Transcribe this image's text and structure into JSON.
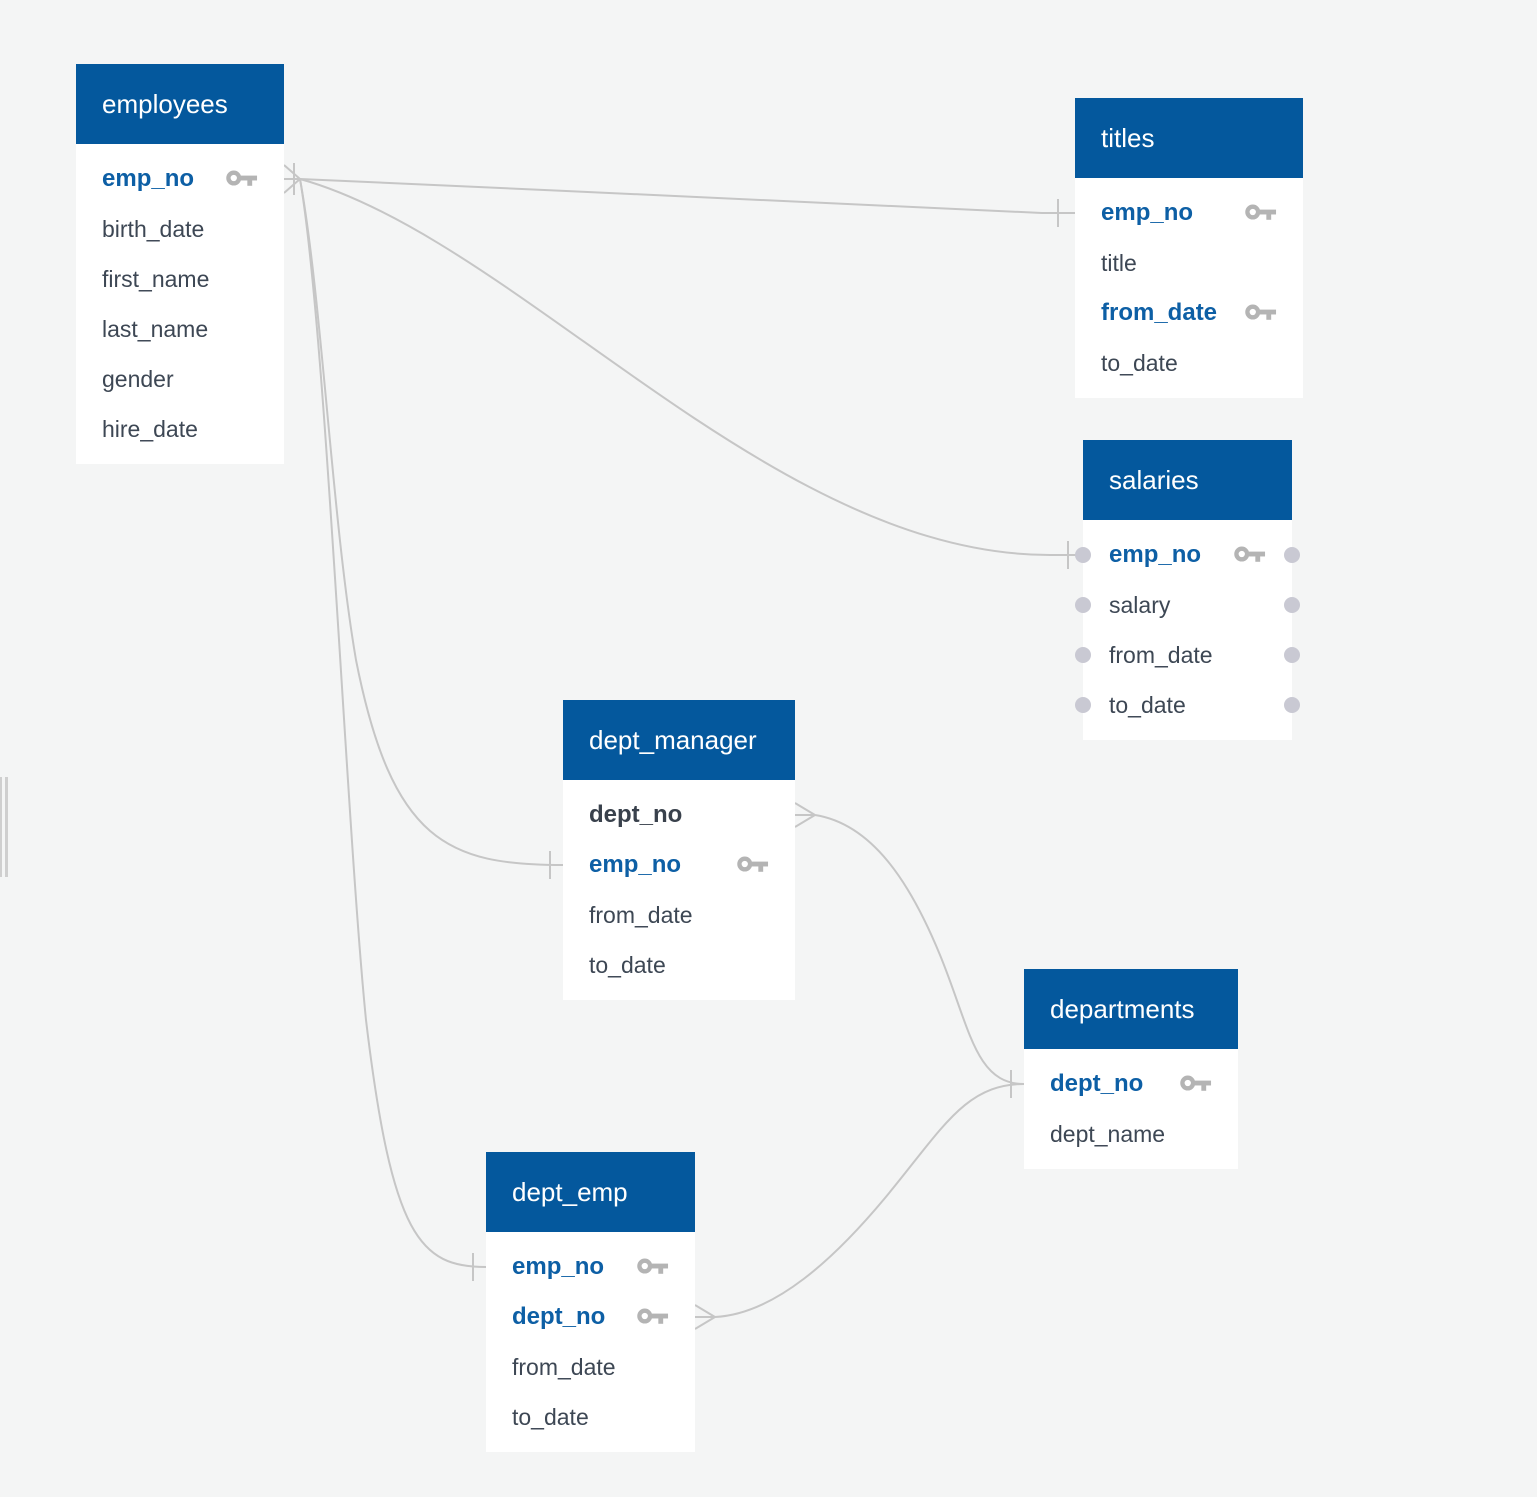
{
  "colors": {
    "background": "#f4f5f5",
    "table_header_bg": "#04589d",
    "table_header_text": "#ffffff",
    "table_bg": "#ffffff",
    "column_text": "#3d4754",
    "pk_column_text": "#0d5fa5",
    "composite_key_text": "#39414c",
    "relationship_line": "#c6c6c6",
    "key_icon": "#b4b4b4",
    "anchor_dot": "#c9c9d3",
    "scrollbar": "#cfcfcf"
  },
  "tables": [
    {
      "name": "employees",
      "columns": [
        {
          "name": "emp_no",
          "primary_key": true
        },
        {
          "name": "birth_date",
          "primary_key": false
        },
        {
          "name": "first_name",
          "primary_key": false
        },
        {
          "name": "last_name",
          "primary_key": false
        },
        {
          "name": "gender",
          "primary_key": false
        },
        {
          "name": "hire_date",
          "primary_key": false
        }
      ]
    },
    {
      "name": "titles",
      "columns": [
        {
          "name": "emp_no",
          "primary_key": true
        },
        {
          "name": "title",
          "primary_key": false
        },
        {
          "name": "from_date",
          "primary_key": true
        },
        {
          "name": "to_date",
          "primary_key": false
        }
      ]
    },
    {
      "name": "salaries",
      "columns": [
        {
          "name": "emp_no",
          "primary_key": true
        },
        {
          "name": "salary",
          "primary_key": false
        },
        {
          "name": "from_date",
          "primary_key": false
        },
        {
          "name": "to_date",
          "primary_key": false
        }
      ]
    },
    {
      "name": "dept_manager",
      "columns": [
        {
          "name": "dept_no",
          "primary_key": false,
          "bold": true
        },
        {
          "name": "emp_no",
          "primary_key": true
        },
        {
          "name": "from_date",
          "primary_key": false
        },
        {
          "name": "to_date",
          "primary_key": false
        }
      ]
    },
    {
      "name": "departments",
      "columns": [
        {
          "name": "dept_no",
          "primary_key": true
        },
        {
          "name": "dept_name",
          "primary_key": false
        }
      ]
    },
    {
      "name": "dept_emp",
      "columns": [
        {
          "name": "emp_no",
          "primary_key": true
        },
        {
          "name": "dept_no",
          "primary_key": true
        },
        {
          "name": "from_date",
          "primary_key": false
        },
        {
          "name": "to_date",
          "primary_key": false
        }
      ]
    }
  ],
  "relationships": [
    {
      "from": "employees.emp_no",
      "to": "titles.emp_no",
      "from_cardinality": "many",
      "to_cardinality": "one"
    },
    {
      "from": "employees.emp_no",
      "to": "salaries.emp_no",
      "from_cardinality": "many",
      "to_cardinality": "one"
    },
    {
      "from": "employees.emp_no",
      "to": "dept_manager.emp_no",
      "from_cardinality": "many",
      "to_cardinality": "one"
    },
    {
      "from": "employees.emp_no",
      "to": "dept_emp.emp_no",
      "from_cardinality": "many",
      "to_cardinality": "one"
    },
    {
      "from": "dept_manager.dept_no",
      "to": "departments.dept_no",
      "from_cardinality": "many",
      "to_cardinality": "one"
    },
    {
      "from": "dept_emp.dept_no",
      "to": "departments.dept_no",
      "from_cardinality": "many",
      "to_cardinality": "one"
    }
  ]
}
